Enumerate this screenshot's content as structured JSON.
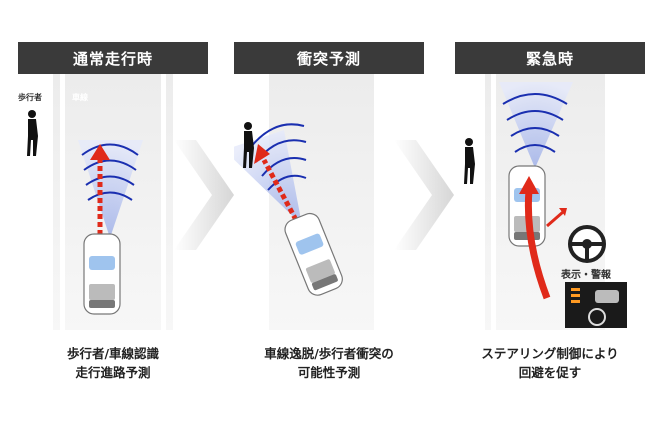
{
  "panels": [
    {
      "title": "通常走行時",
      "caption_line1": "歩行者/車線認識",
      "caption_line2": "走行進路予測",
      "labels": {
        "pedestrian": "歩行者",
        "lane": "車線"
      }
    },
    {
      "title": "衝突予測",
      "caption_line1": "車線逸脱/歩行者衝突の",
      "caption_line2": "可能性予測"
    },
    {
      "title": "緊急時",
      "caption_line1": "ステアリング制御により",
      "caption_line2": "回避を促す",
      "labels": {
        "display_warning": "表示・警報"
      }
    }
  ],
  "colors": {
    "header_bg": "#3a3a3a",
    "lane": "#d0d0d0",
    "radar": "#1a2fb0",
    "arrow": "#e02a1a"
  }
}
